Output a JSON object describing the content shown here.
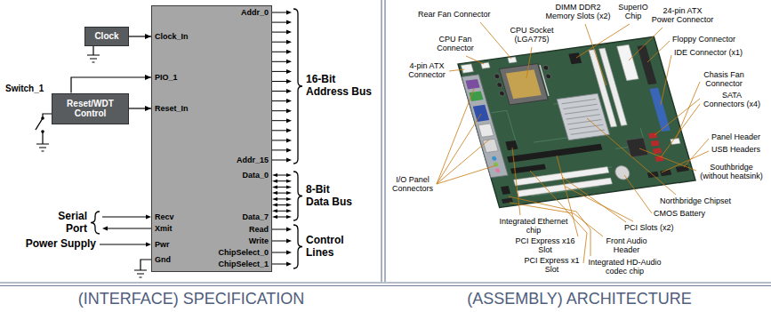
{
  "diagram": {
    "nodes": [
      {
        "text": [
          "Clock"
        ]
      },
      {
        "text": [
          "Reset/WDT Control"
        ]
      },
      {
        "text": [
          "Clock_In",
          "PIO_1",
          "Reset_In",
          "Recv",
          "Xmit",
          "Pwr",
          "Gnd",
          "Addr_0",
          "Addr_15",
          "Data_0",
          "Data_7",
          "Read",
          "Write",
          "ChipSelect_0",
          "ChipSelect_1"
        ]
      }
    ],
    "edges": [
      {
        "from": 0,
        "to": 2,
        "arrow": "to"
      },
      {
        "from": 1,
        "to": 2,
        "arrow": "to"
      },
      {
        "from": 1,
        "to": 2,
        "arrow": "to"
      }
    ],
    "labels": [
      "Switch_1",
      "Serial Port",
      "Power Supply",
      "16-Bit Address Bus",
      "8-Bit Data Bus",
      "Control Lines",
      "Rear Fan Connector",
      "DIMM DDR2 Memory Slots (x2)",
      "SuperIO Chip",
      "24-pin ATX Power Connector",
      "CPU Fan Connector",
      "CPU Socket (LGA775)",
      "Floppy Connector",
      "IDE Connector (x1)",
      "4-pin ATX Connector",
      "Chasis Fan Connector",
      "SATA Connectors (x4)",
      "Panel Header",
      "USB Headers",
      "I/O Panel Connectors",
      "Southbridge (without heatsink)",
      "Northbridge Chipset",
      "Integrated Ethernet chip",
      "CMOS Battery",
      "PCI Express x16 Slot",
      "PCI Slots (x2)",
      "Front Audio Header",
      "PCI Express x1 Slot",
      "Integrated HD-Audio codec chip",
      "(INTERFACE) SPECIFICATION",
      "(ASSEMBLY) ARCHITECTURE"
    ]
  }
}
